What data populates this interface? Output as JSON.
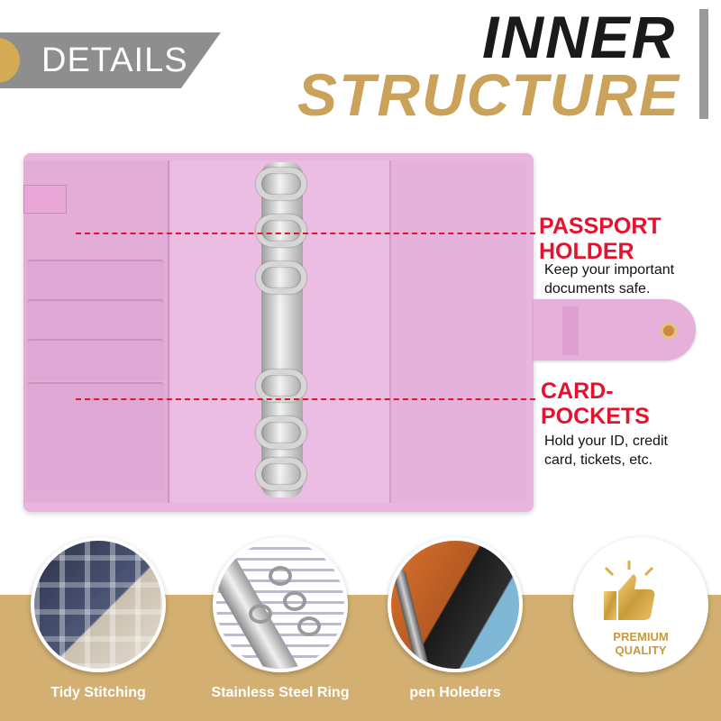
{
  "header": {
    "tab_label": "DETAILS",
    "title_line1": "INNER",
    "title_line2": "STRUCTURE"
  },
  "callouts": [
    {
      "title_line1": "PASSPORT",
      "title_line2": "HOLDER",
      "desc_line1": "Keep your important",
      "desc_line2": "documents safe."
    },
    {
      "title_line1": "CARD-",
      "title_line2": "POCKETS",
      "desc_line1": "Hold your ID, credit",
      "desc_line2": "card, tickets, etc."
    }
  ],
  "features": [
    {
      "label": "Tidy Stitching",
      "icon": "fabric-stitching-photo"
    },
    {
      "label": "Stainless Steel Ring",
      "icon": "steel-ring-photo"
    },
    {
      "label": "pen Holeders",
      "icon": "pen-holder-photo"
    }
  ],
  "badge": {
    "line1": "PREMIUM",
    "line2": "QUALITY",
    "icon": "thumbs-up-icon"
  },
  "colors": {
    "accent_red": "#e5122d",
    "gold": "#caa25a",
    "band": "#d3b071",
    "binder_pink": "#e7b5dd"
  }
}
